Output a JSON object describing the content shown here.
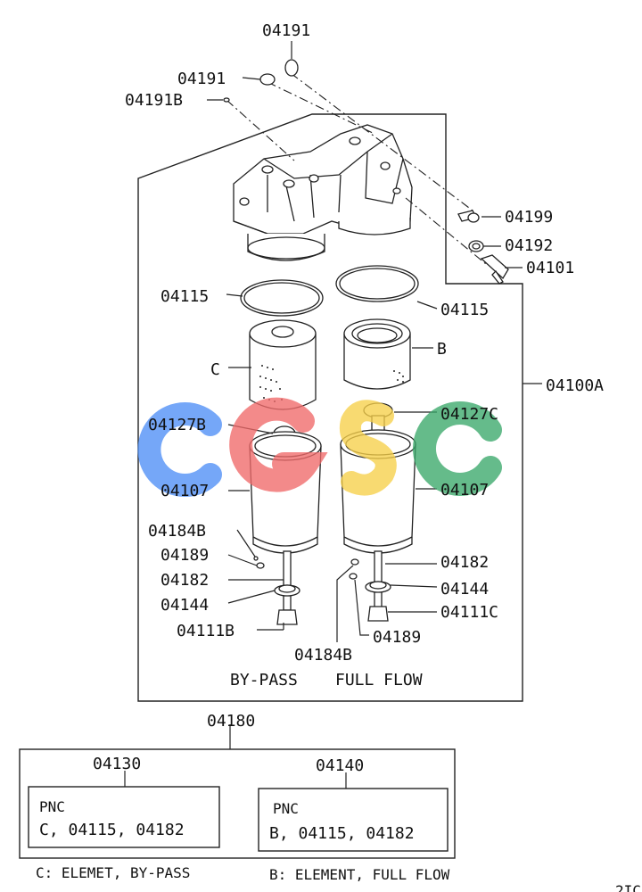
{
  "labels": {
    "p04191_top": "04191",
    "p04191_mid": "04191",
    "p04191B": "04191B",
    "p04199": "04199",
    "p04192": "04192",
    "p04101": "04101",
    "p04115_left": "04115",
    "p04115_right": "04115",
    "elementC": "C",
    "elementB": "B",
    "p04100A": "04100A",
    "p04127B": "04127B",
    "p04127C": "04127C",
    "p04107_left": "04107",
    "p04107_right": "04107",
    "p04184B_left": "04184B",
    "p04189_left": "04189",
    "p04182_left": "04182",
    "p04144_left": "04144",
    "p04111B": "04111B",
    "p04184B_right": "04184B",
    "p04182_right": "04182",
    "p04144_right": "04144",
    "p04111C": "04111C",
    "p04189_right": "04189",
    "bypass": "BY-PASS",
    "fullflow": "FULL FLOW",
    "p04180": "04180"
  },
  "kits": {
    "left": {
      "number": "04130",
      "pnc_title": "PNC",
      "pnc_parts": "C, 04115, 04182"
    },
    "right": {
      "number": "04140",
      "pnc_title": "PNC",
      "pnc_parts": "B, 04115, 04182"
    }
  },
  "legend": {
    "c": "C: ELEMET, BY-PASS",
    "b": "B: ELEMENT, FULL FLOW"
  },
  "watermark": {
    "text": "CGSC",
    "colors": [
      "#4f8ff7",
      "#f06a6a",
      "#f7d04a",
      "#3aa86a"
    ]
  },
  "corner_fragment": "2IC"
}
